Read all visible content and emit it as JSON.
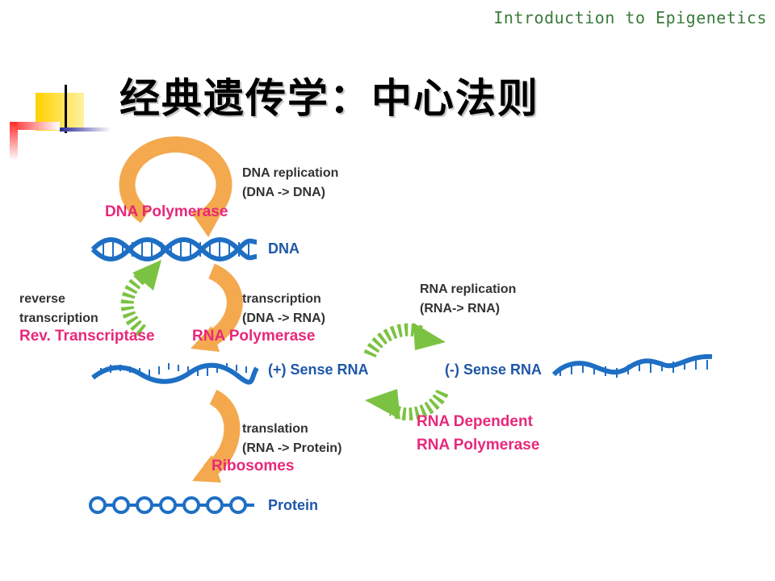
{
  "header": {
    "subject": "Introduction to Epigenetics"
  },
  "title": "经典遗传学：中心法则",
  "diagram": {
    "dna_replication": {
      "line1": "DNA replication",
      "line2": "(DNA -> DNA)",
      "enzyme": "DNA Polymerase"
    },
    "dna_label": "DNA",
    "reverse_transcription": {
      "line1": "reverse",
      "line2": "transcription",
      "enzyme": "Rev. Transcriptase"
    },
    "transcription": {
      "line1": "transcription",
      "line2": "(DNA -> RNA)",
      "enzyme": "RNA Polymerase"
    },
    "plus_rna_label": "(+) Sense RNA",
    "minus_rna_label": "(-) Sense RNA",
    "rna_replication": {
      "line1": "RNA replication",
      "line2": "(RNA-> RNA)",
      "enzyme_line1": "RNA Dependent",
      "enzyme_line2": "RNA Polymerase"
    },
    "translation": {
      "line1": "translation",
      "line2": "(RNA -> Protein)",
      "enzyme": "Ribosomes"
    },
    "protein_label": "Protein"
  },
  "colors": {
    "header_text": "#3a7a3a",
    "enzyme_text": "#e8287a",
    "molecule_label": "#1f57a8",
    "strand_blue": "#1e6fc4",
    "orange_arrow": "#f4a94e",
    "green_arrow": "#7cc242",
    "deco_yellow": "#ffd200",
    "deco_red": "#ff2a2a",
    "deco_blue": "#2a2a9a"
  },
  "icons": [
    "dna-helix-icon",
    "rna-strand-icon",
    "protein-bead-chain-icon",
    "cycle-arrow-icon"
  ]
}
